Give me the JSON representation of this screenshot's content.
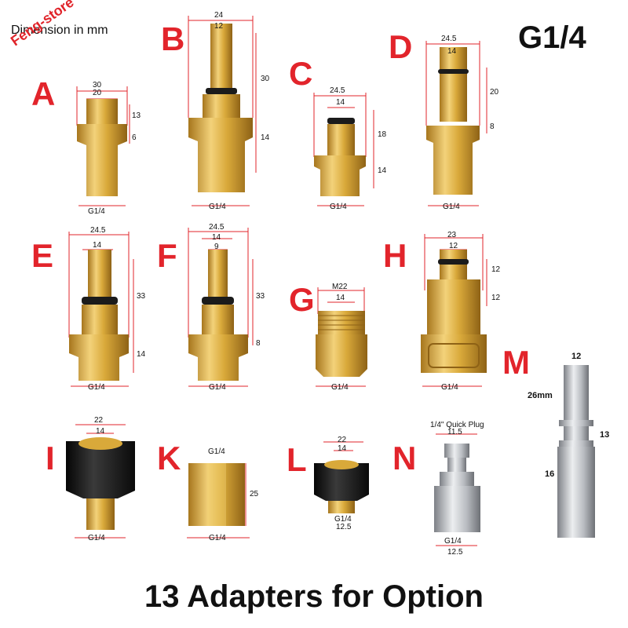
{
  "header": {
    "title": "G1/4",
    "dimension_note": "Dimension in mm",
    "watermark": "Feng-store"
  },
  "footer": {
    "caption": "13 Adapters for Option"
  },
  "adapters": [
    {
      "letter": "A",
      "thread": "G1/4",
      "dims": [
        "30",
        "20",
        "13",
        "6"
      ]
    },
    {
      "letter": "B",
      "thread": "G1/4",
      "dims": [
        "24",
        "12",
        "30",
        "14"
      ]
    },
    {
      "letter": "C",
      "thread": "G1/4",
      "dims": [
        "24.5",
        "14",
        "18",
        "14"
      ]
    },
    {
      "letter": "D",
      "thread": "G1/4",
      "dims": [
        "24.5",
        "14",
        "20",
        "8"
      ]
    },
    {
      "letter": "E",
      "thread": "G1/4",
      "dims": [
        "24.5",
        "14",
        "33",
        "14"
      ]
    },
    {
      "letter": "F",
      "thread": "G1/4",
      "dims": [
        "24.5",
        "14",
        "9",
        "33",
        "8"
      ]
    },
    {
      "letter": "G",
      "thread": "G1/4",
      "dims": [
        "M22",
        "14"
      ]
    },
    {
      "letter": "H",
      "thread": "G1/4",
      "dims": [
        "23",
        "12",
        "12",
        "12"
      ]
    },
    {
      "letter": "M",
      "thread": "",
      "dims": [
        "12",
        "26mm",
        "13",
        "16"
      ]
    },
    {
      "letter": "I",
      "thread": "G1/4",
      "dims": [
        "22",
        "14"
      ]
    },
    {
      "letter": "K",
      "thread": "G1/4",
      "dims": [
        "G1/4",
        "25"
      ]
    },
    {
      "letter": "L",
      "thread": "G1/4",
      "dims": [
        "22",
        "14",
        "12.5"
      ]
    },
    {
      "letter": "N",
      "thread": "G1/4",
      "dims": [
        "1/4\" Quick Plug",
        "11.5",
        "12.5"
      ]
    }
  ],
  "colors": {
    "accent_red": "#e2242b",
    "brass": "#d9a93a",
    "rubber": "#1b1b1b",
    "steel": "#b9bcc1"
  }
}
